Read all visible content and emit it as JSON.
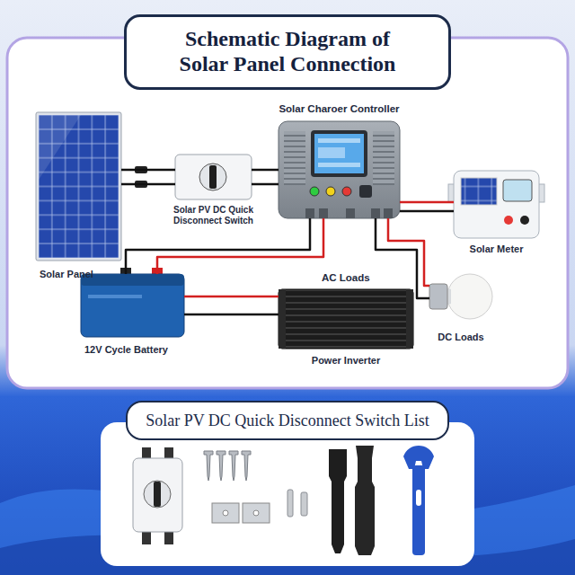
{
  "diagram": {
    "title": "Schematic Diagram of Solar Panel Connection",
    "nodes": [
      {
        "text": [
          "Solar Panel"
        ]
      },
      {
        "text": [
          "Solar PV DC Quick Disconnect Switch"
        ]
      },
      {
        "text": [
          "Solar Charoer Controller"
        ]
      },
      {
        "text": [
          "Solar Meter"
        ]
      },
      {
        "text": [
          "12V Cycle Battery"
        ]
      },
      {
        "text": [
          "Power Inverter"
        ]
      },
      {
        "text": [
          "DC Loads"
        ]
      },
      {
        "text": [
          "Solar PV DC Quick Disconnect Switch List"
        ]
      }
    ],
    "edges": [
      {
        "from": 0,
        "to": 1,
        "arrow": "none"
      },
      {
        "from": 1,
        "to": 2,
        "arrow": "none"
      },
      {
        "from": 2,
        "to": 4,
        "arrow": "none"
      },
      {
        "from": 4,
        "to": 5,
        "arrow": "none"
      },
      {
        "from": 2,
        "to": 3,
        "arrow": "none"
      },
      {
        "from": 2,
        "to": 6,
        "arrow": "none"
      }
    ],
    "labels": [
      "AC Loads"
    ]
  }
}
